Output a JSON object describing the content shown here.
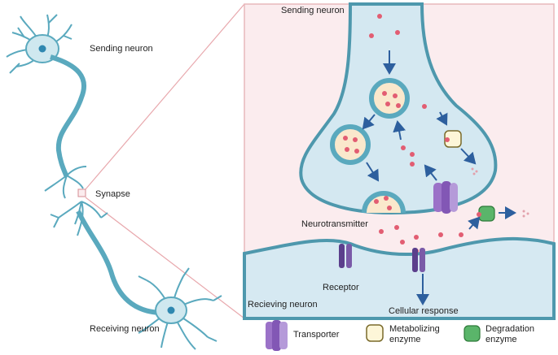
{
  "labels": {
    "sending_neuron_left": "Sending neuron",
    "synapse": "Synapse",
    "receiving_neuron_left": "Receiving neuron",
    "sending_neuron_zoom": "Sending neuron",
    "neurotransmitter": "Neurotransmitter",
    "receptor": "Receptor",
    "recieving_neuron_zoom": "Recieving neuron",
    "cellular_response": "Cellular response"
  },
  "legend": {
    "transporter": "Transporter",
    "metabolizing_line1": "Metabolizing",
    "metabolizing_line2": "enzyme",
    "degradation_line1": "Degradation",
    "degradation_line2": "enzyme"
  },
  "colors": {
    "neuron_fill": "#cfe8ef",
    "neuron_stroke": "#5aa9be",
    "zoom_bg": "#fbecee",
    "zoom_border": "#e8b8bc",
    "terminal_fill": "#d4e8f1",
    "membrane": "#4e98ad",
    "vesicle_fill": "#fae8cc",
    "vesicle_ring": "#5aa9be",
    "neurotransmitter": "#e25d72",
    "arrow": "#2d5f9e",
    "transporter": "#9b72c8",
    "receptor": "#5b3f8c",
    "metabolizing_enzyme": "#fdf6d8",
    "degradation_enzyme": "#5ab56a"
  },
  "icons": [
    "neuron-icon",
    "transporter-icon",
    "metabolizing-enzyme-icon",
    "degradation-enzyme-icon",
    "receptor-icon",
    "vesicle-icon"
  ]
}
